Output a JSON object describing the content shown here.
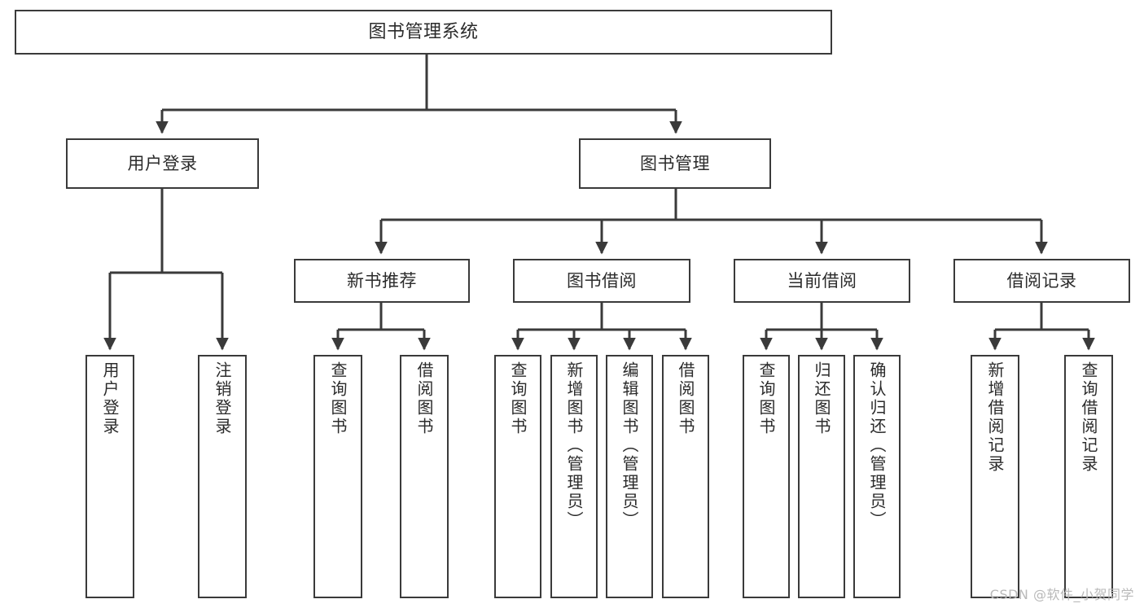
{
  "diagram": {
    "title": "图书管理系统",
    "type": "hierarchy-tree",
    "stroke_color": "#3a3a3a",
    "fill_color": "#ffffff",
    "text_color": "#2b2b2b",
    "watermark": "CSDN @软件_小贺同学"
  },
  "nodes": {
    "root": {
      "label": "图书管理系统"
    },
    "level2": [
      {
        "label": "用户登录"
      },
      {
        "label": "图书管理"
      }
    ],
    "level3": [
      {
        "label": "新书推荐"
      },
      {
        "label": "图书借阅"
      },
      {
        "label": "当前借阅"
      },
      {
        "label": "借阅记录"
      }
    ],
    "leaves": {
      "user_login": [
        {
          "label": "用户登录"
        },
        {
          "label": "注销登录"
        }
      ],
      "new_book": [
        {
          "label": "查询图书"
        },
        {
          "label": "借阅图书"
        }
      ],
      "borrow_book": [
        {
          "label": "查询图书"
        },
        {
          "label": "新增图书（管理员）"
        },
        {
          "label": "编辑图书（管理员）"
        },
        {
          "label": "借阅图书"
        }
      ],
      "current_borrow": [
        {
          "label": "查询图书"
        },
        {
          "label": "归还图书"
        },
        {
          "label": "确认归还（管理员）"
        }
      ],
      "borrow_record": [
        {
          "label": "新增借阅记录"
        },
        {
          "label": "查询借阅记录"
        }
      ]
    }
  }
}
